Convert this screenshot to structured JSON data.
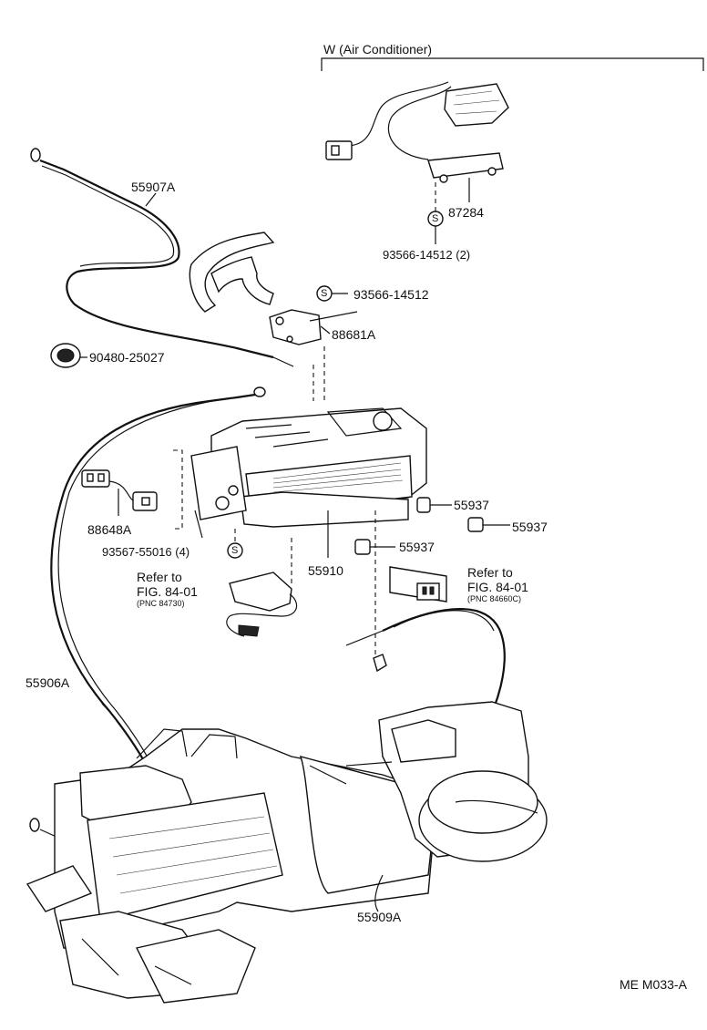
{
  "section_header": "W (Air Conditioner)",
  "labels": {
    "p55907A": "55907A",
    "p87284": "87284",
    "p93566_14512_2": "93566-14512 (2)",
    "p93566_14512": "93566-14512",
    "p88681A": "88681A",
    "p90480_25027": "90480-25027",
    "p88648A": "88648A",
    "p93567_55016_4": "93567-55016 (4)",
    "p55937_a": "55937",
    "p55937_b": "55937",
    "p55937_c": "55937",
    "p55910": "55910",
    "p55906A": "55906A",
    "p55909A": "55909A"
  },
  "refs": {
    "left": {
      "line1": "Refer to",
      "line2": "FIG. 84-01",
      "pnc": "(PNC 84730)"
    },
    "right": {
      "line1": "Refer to",
      "line2": "FIG. 84-01",
      "pnc": "(PNC 84660C)"
    }
  },
  "screw_symbol": "S",
  "footer_code": "ME M033-A"
}
